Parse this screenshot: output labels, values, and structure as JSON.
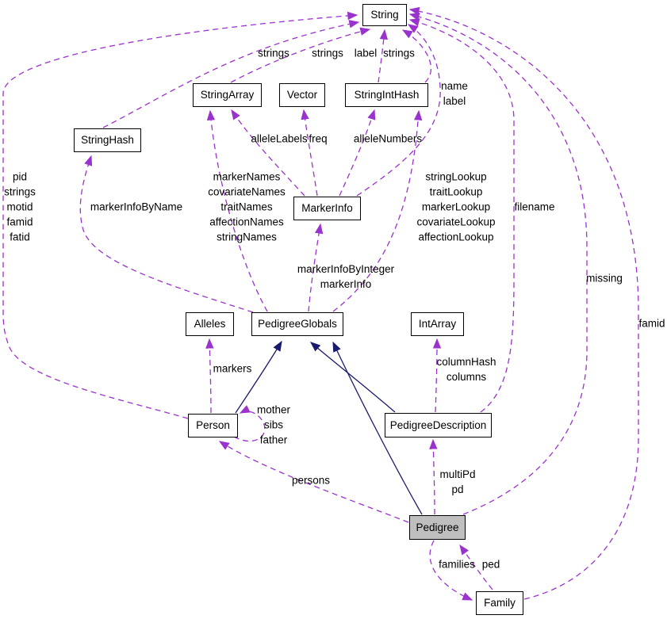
{
  "diagram": {
    "type": "collaboration-graph",
    "colors": {
      "dependency_edge": "#9a32cd",
      "inheritance_edge": "#191970",
      "node_border": "#000000",
      "node_fill": "#ffffff",
      "highlighted_node_fill": "#bfbfbf",
      "text": "#000000",
      "background": "#ffffff"
    },
    "nodes": {
      "string": "String",
      "string_array": "StringArray",
      "vector": "Vector",
      "string_int_hash": "StringIntHash",
      "string_hash": "StringHash",
      "marker_info": "MarkerInfo",
      "alleles": "Alleles",
      "pedigree_globals": "PedigreeGlobals",
      "int_array": "IntArray",
      "person": "Person",
      "pedigree_description": "PedigreeDescription",
      "pedigree": "Pedigree",
      "family": "Family"
    },
    "edge_labels": {
      "person_to_string": "pid\nstrings\nmotid\nfamid\nfatid",
      "stringhash_to_string": "strings",
      "stringarray_to_string": "strings",
      "stringinthash_to_string_label": "label",
      "stringinthash_to_string_strings": "strings",
      "markerinfo_to_string": "name\nlabel",
      "markerinfo_to_stringarray": "alleleLabels",
      "markerinfo_to_vector": "freq",
      "markerinfo_to_stringinthash": "alleleNumbers",
      "pedigreeglobals_to_stringhash": "markerInfoByName",
      "pedigreeglobals_to_stringarray": "markerNames\ncovariateNames\ntraitNames\naffectionNames\nstringNames",
      "pedigreeglobals_to_stringinthash": "stringLookup\ntraitLookup\nmarkerLookup\ncovariateLookup\naffectionLookup",
      "pedigreeglobals_to_markerinfo": "markerInfoByInteger\nmarkerInfo",
      "pedigreedescription_to_string": "filename",
      "pedigree_to_string": "missing",
      "family_to_string": "famid",
      "person_to_alleles": "markers",
      "person_self": "mother\nsibs\nfather",
      "pedigree_to_person": "persons",
      "pedigree_to_pedigreedescription": "multiPd\npd",
      "pedigreedescription_to_intarray": "columnHash\ncolumns",
      "pedigree_to_family": "families",
      "family_to_pedigree": "ped"
    }
  }
}
